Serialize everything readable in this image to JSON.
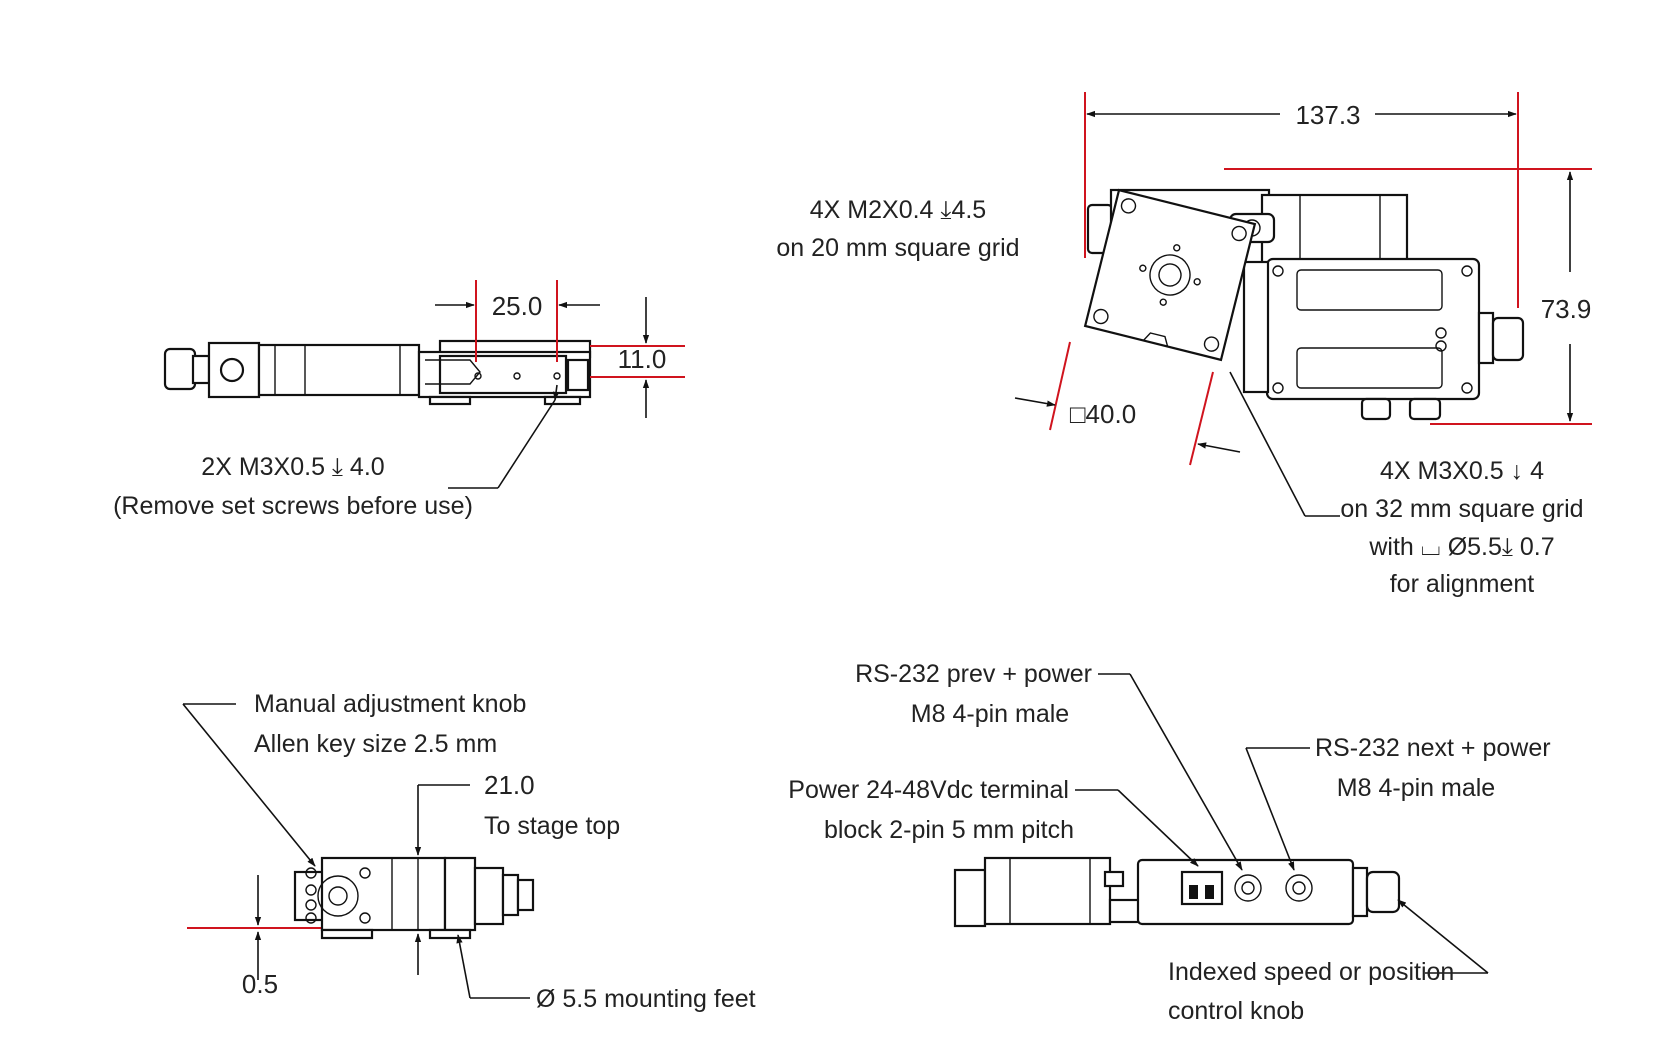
{
  "colors": {
    "line": "#111111",
    "reference_line": "#d0141e",
    "background": "#ffffff"
  },
  "view_side": {
    "dim_width": "25.0",
    "dim_height": "11.0",
    "callout_line1": "2X M3X0.5 ⤓ 4.0",
    "callout_line2": "(Remove set screws before use)"
  },
  "view_top": {
    "dim_length": "137.3",
    "dim_height": "73.9",
    "dim_square": "□40.0",
    "callout_a_line1": "4X M2X0.4 ⤓4.5",
    "callout_a_line2": "on 20 mm square grid",
    "callout_b_line1": "4X M3X0.5 ↓ 4",
    "callout_b_line2": "on 32 mm square grid",
    "callout_b_line3": "with ⌴ Ø5.5⤓ 0.7",
    "callout_b_line4": "for alignment"
  },
  "view_end": {
    "knob_line1": "Manual adjustment knob",
    "knob_line2": "Allen key size 2.5 mm",
    "dim_top": "21.0",
    "dim_top_note": "To stage top",
    "dim_bottom": "0.5",
    "feet": "Ø 5.5 mounting feet"
  },
  "view_connectors": {
    "rs232_prev_line1": "RS-232 prev + power",
    "rs232_prev_line2": "M8 4-pin male",
    "power_line1": "Power 24-48Vdc terminal",
    "power_line2": "block 2-pin 5 mm pitch",
    "rs232_next_line1": "RS-232 next + power",
    "rs232_next_line2": "M8 4-pin male",
    "knob_line1": "Indexed speed or position",
    "knob_line2": "control knob"
  }
}
